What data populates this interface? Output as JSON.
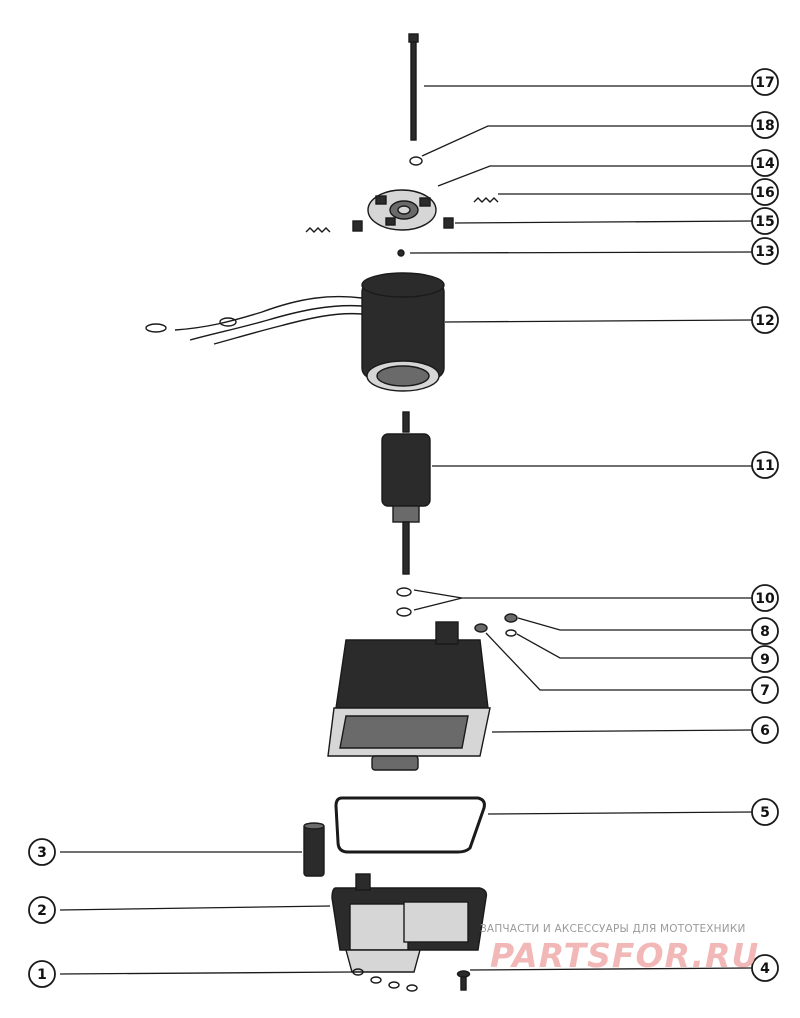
{
  "diagram": {
    "callouts": [
      {
        "id": "17",
        "label": "17"
      },
      {
        "id": "18",
        "label": "18"
      },
      {
        "id": "14",
        "label": "14"
      },
      {
        "id": "16",
        "label": "16"
      },
      {
        "id": "15",
        "label": "15"
      },
      {
        "id": "13",
        "label": "13"
      },
      {
        "id": "12",
        "label": "12"
      },
      {
        "id": "11",
        "label": "11"
      },
      {
        "id": "10",
        "label": "10"
      },
      {
        "id": "8",
        "label": "8"
      },
      {
        "id": "9",
        "label": "9"
      },
      {
        "id": "7",
        "label": "7"
      },
      {
        "id": "6",
        "label": "6"
      },
      {
        "id": "5",
        "label": "5"
      },
      {
        "id": "3",
        "label": "3"
      },
      {
        "id": "2",
        "label": "2"
      },
      {
        "id": "1",
        "label": "1"
      },
      {
        "id": "4",
        "label": "4"
      }
    ]
  },
  "watermark": {
    "caption": "ЗАПЧАСТИ И АКСЕССУАРЫ ДЛЯ МОТОТЕХНИКИ",
    "brand": "PARTSFOR.RU",
    "color": "#f2b8b8"
  }
}
